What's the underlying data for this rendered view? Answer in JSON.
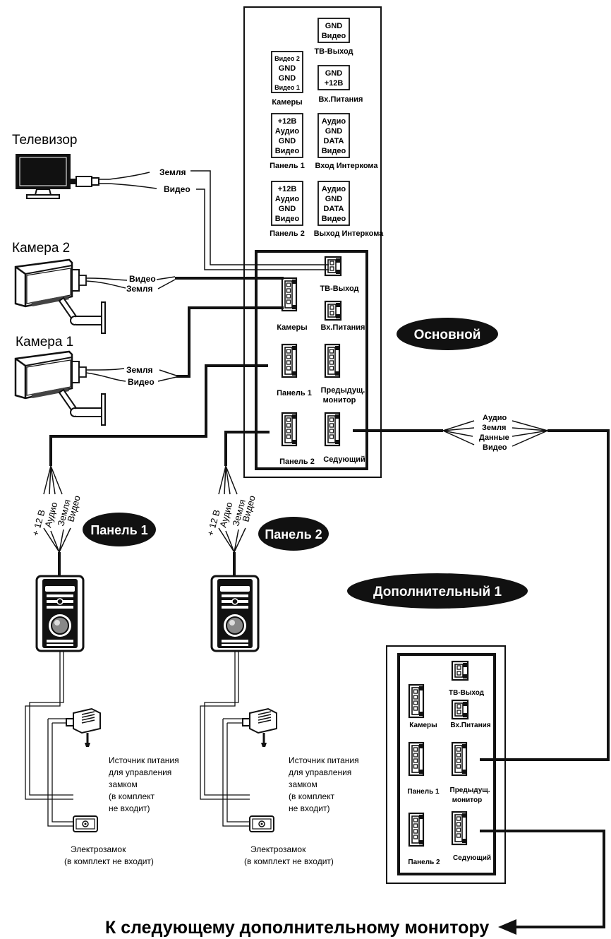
{
  "main_box": {
    "pinouts": {
      "tv_out": {
        "pins": [
          "GND",
          "Видео"
        ],
        "caption": "ТВ-Выход"
      },
      "cameras": {
        "pins": [
          "Видео 2",
          "GND",
          "GND",
          "Видео 1"
        ],
        "caption": "Камеры"
      },
      "power_in": {
        "pins": [
          "GND",
          "+12В"
        ],
        "caption": "Вх.Питания"
      },
      "panel1": {
        "pins": [
          "+12В",
          "Аудио",
          "GND",
          "Видео"
        ],
        "caption": "Панель 1"
      },
      "intercom_in": {
        "pins": [
          "Аудио",
          "GND",
          "DATA",
          "Видео"
        ],
        "caption": "Вход Интеркома"
      },
      "panel2": {
        "pins": [
          "+12В",
          "Аудио",
          "GND",
          "Видео"
        ],
        "caption": "Панель 2"
      },
      "intercom_out": {
        "pins": [
          "Аудио",
          "GND",
          "DATA",
          "Видео"
        ],
        "caption": "Выход Интеркома"
      }
    },
    "connectors": {
      "tv_out": "ТВ-Выход",
      "cameras": "Камеры",
      "power_in": "Вх.Питания",
      "panel1": "Панель 1",
      "prev_monitor_1": "Предыдущ.",
      "prev_monitor_2": "монитор",
      "panel2": "Панель 2",
      "next": "Седующий"
    },
    "badge": "Основной"
  },
  "tv": {
    "title": "Телевизор",
    "wire_ground": "Земля",
    "wire_video": "Видео"
  },
  "camera2": {
    "title": "Камера 2",
    "wire_video": "Видео",
    "wire_ground": "Земля"
  },
  "camera1": {
    "title": "Камера 1",
    "wire_ground": "Земля",
    "wire_video": "Видео"
  },
  "bus_wires": [
    "Аудио",
    "Земля",
    "Данные",
    "Видео"
  ],
  "panel_wires": [
    "+ 12 В",
    "Аудио",
    "Земля",
    "Видео"
  ],
  "badge_extra": "Дополнительный 1",
  "panel1_badge": "Панель 1",
  "panel2_badge": "Панель 2",
  "power_note": [
    "Источник питания",
    "для управления",
    "замком",
    "(в комплект",
    "не входит)"
  ],
  "lock_note": [
    "Электрозамок",
    "(в комплект не входит)"
  ],
  "extra_box": {
    "tv_out": "ТВ-Выход",
    "cameras": "Камеры",
    "power_in": "Вх.Питания",
    "panel1": "Панель 1",
    "prev_monitor_1": "Предыдущ.",
    "prev_monitor_2": "монитор",
    "panel2": "Панель 2",
    "next": "Седующий"
  },
  "footer": "К следующему дополнительному монитору",
  "colors": {
    "line": "#111111",
    "badge": "#111111",
    "badge_text": "#ffffff"
  }
}
